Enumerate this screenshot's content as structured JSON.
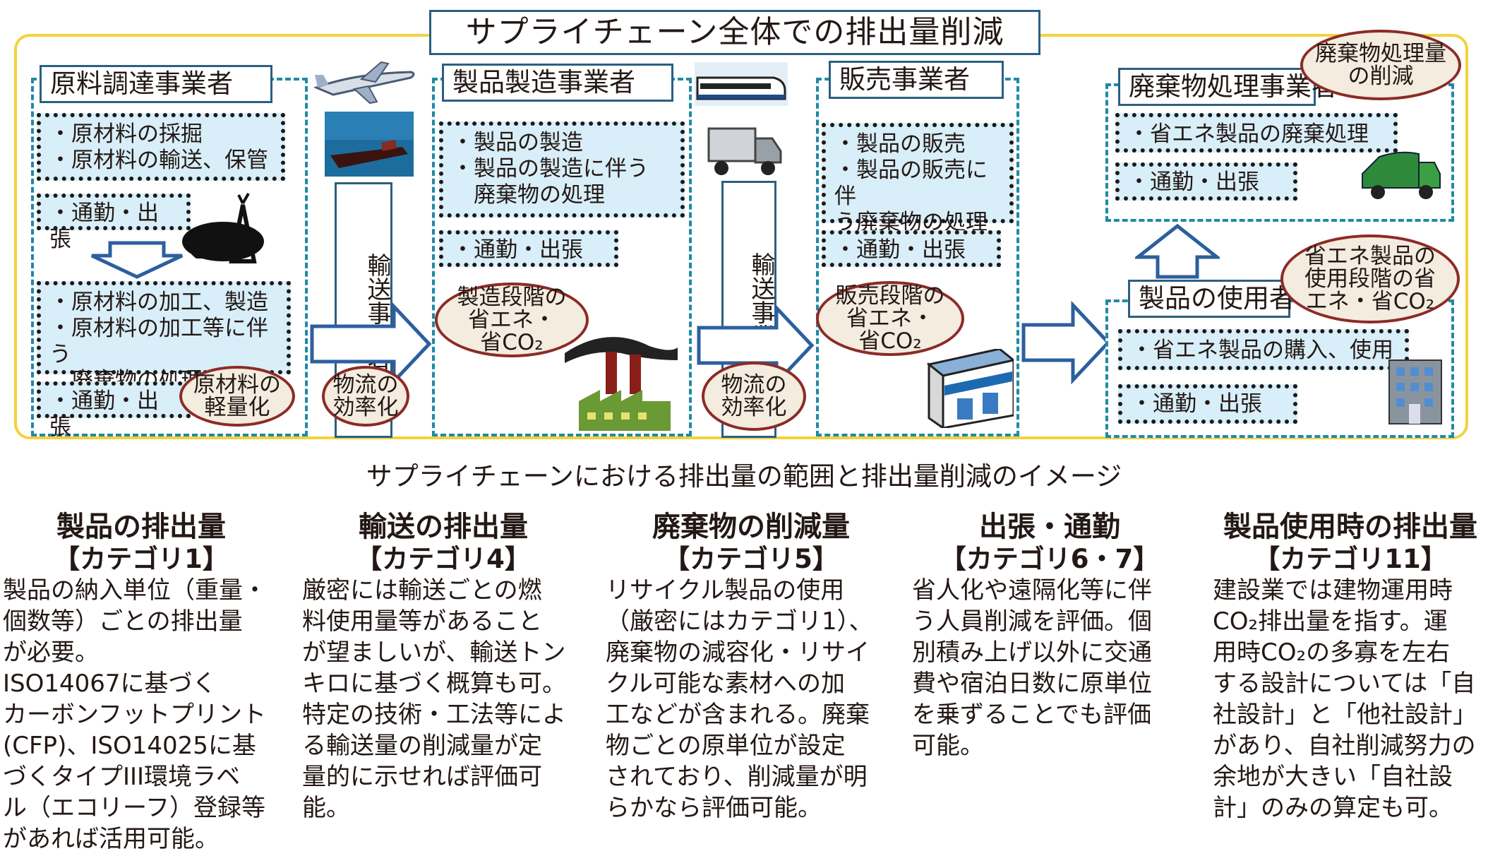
{
  "title": "サプライチェーン全体での排出量削減",
  "caption": "サプライチェーンにおける排出量の範囲と排出量削減のイメージ",
  "stages": {
    "raw": {
      "title": "原料調達事業者",
      "box1": [
        "・原材料の採掘",
        "・原材料の輸送、保管"
      ],
      "commute": "・通勤・出張",
      "box2": [
        "・原材料の加工、製造",
        "・原材料の加工等に伴う",
        "　廃棄物の処理"
      ],
      "commute2": "・通勤・出張",
      "ellipse": [
        "原材料の",
        "軽量化"
      ]
    },
    "transport1": {
      "label": "輸送事業者",
      "ellipse": [
        "物流の",
        "効率化"
      ]
    },
    "manufacture": {
      "title": "製品製造事業者",
      "box1": [
        "・製品の製造",
        "・製品の製造に伴う",
        "　廃棄物の処理"
      ],
      "commute": "・通勤・出張",
      "ellipse": [
        "製造段階の",
        "省エネ・",
        "省CO₂"
      ]
    },
    "transport2": {
      "label": "輸送事業者",
      "ellipse": [
        "物流の",
        "効率化"
      ]
    },
    "sales": {
      "title": "販売事業者",
      "box1": [
        "・製品の販売",
        "・製品の販売に伴",
        "う廃棄物の処理"
      ],
      "commute": "・通勤・出張",
      "ellipse": [
        "販売段階の",
        "省エネ・",
        "省CO₂"
      ]
    },
    "waste": {
      "title": "廃棄物処理事業者",
      "box1": "・省エネ製品の廃棄処理",
      "commute": "・通勤・出張",
      "ellipse": [
        "廃棄物処理量",
        "の削減"
      ]
    },
    "user": {
      "title": "製品の使用者",
      "box1": "・省エネ製品の購入、使用",
      "commute": "・通勤・出張",
      "ellipse": [
        "省エネ製品の",
        "使用段階の省",
        "エネ・省CO₂"
      ]
    }
  },
  "categories": [
    {
      "title": "製品の排出量",
      "sub": "【カテゴリ1】",
      "body": [
        "製品の納入単位（重量・",
        "個数等）ごとの排出量",
        "が必要。",
        "ISO14067に基づく",
        "カーボンフットプリント",
        "(CFP)、ISO14025に基",
        "づくタイプIII環境ラベ",
        "ル（エコリーフ）登録等",
        "があれば活用可能。"
      ]
    },
    {
      "title": "輸送の排出量",
      "sub": "【カテゴリ4】",
      "body": [
        "厳密には輸送ごとの燃",
        "料使用量等があること",
        "が望ましいが、輸送トン",
        "キロに基づく概算も可。",
        "特定の技術・工法等によ",
        "る輸送量の削減量が定",
        "量的に示せれば評価可",
        "能。"
      ]
    },
    {
      "title": "廃棄物の削減量",
      "sub": "【カテゴリ5】",
      "body": [
        "リサイクル製品の使用",
        "（厳密にはカテゴリ1）、",
        "廃棄物の減容化・リサイ",
        "クル可能な素材への加",
        "工などが含まれる。廃棄",
        "物ごとの原単位が設定",
        "されており、削減量が明",
        "らかなら評価可能。"
      ]
    },
    {
      "title": "出張・通勤",
      "sub": "【カテゴリ6・7】",
      "body": [
        "省人化や遠隔化等に伴",
        "う人員削減を評価。個",
        "別積み上げ以外に交通",
        "費や宿泊日数に原単位",
        "を乗ずることでも評価",
        "可能。"
      ]
    },
    {
      "title": "製品使用時の排出量",
      "sub": "【カテゴリ11】",
      "body": [
        "建設業では建物運用時",
        "CO₂排出量を指す。運",
        "用時CO₂の多寡を左右",
        "する設計については「自",
        "社設計」と「他社設計」",
        "があり、自社削減努力の",
        "余地が大きい「自社設",
        "計」のみの算定も可。"
      ]
    }
  ],
  "icons": [
    "airplane-icon",
    "tanker-ship-icon",
    "oil-well-icon",
    "train-icon",
    "truck-icon",
    "factory-icon",
    "store-icon",
    "garbage-truck-icon",
    "office-building-icon"
  ],
  "colors": {
    "frame": "#f4d23c",
    "panel_border": "#1f8aa5",
    "box_fill": "#d8eef8",
    "ellipse_border": "#8c2b26",
    "arrow": "#2c5f9e"
  }
}
